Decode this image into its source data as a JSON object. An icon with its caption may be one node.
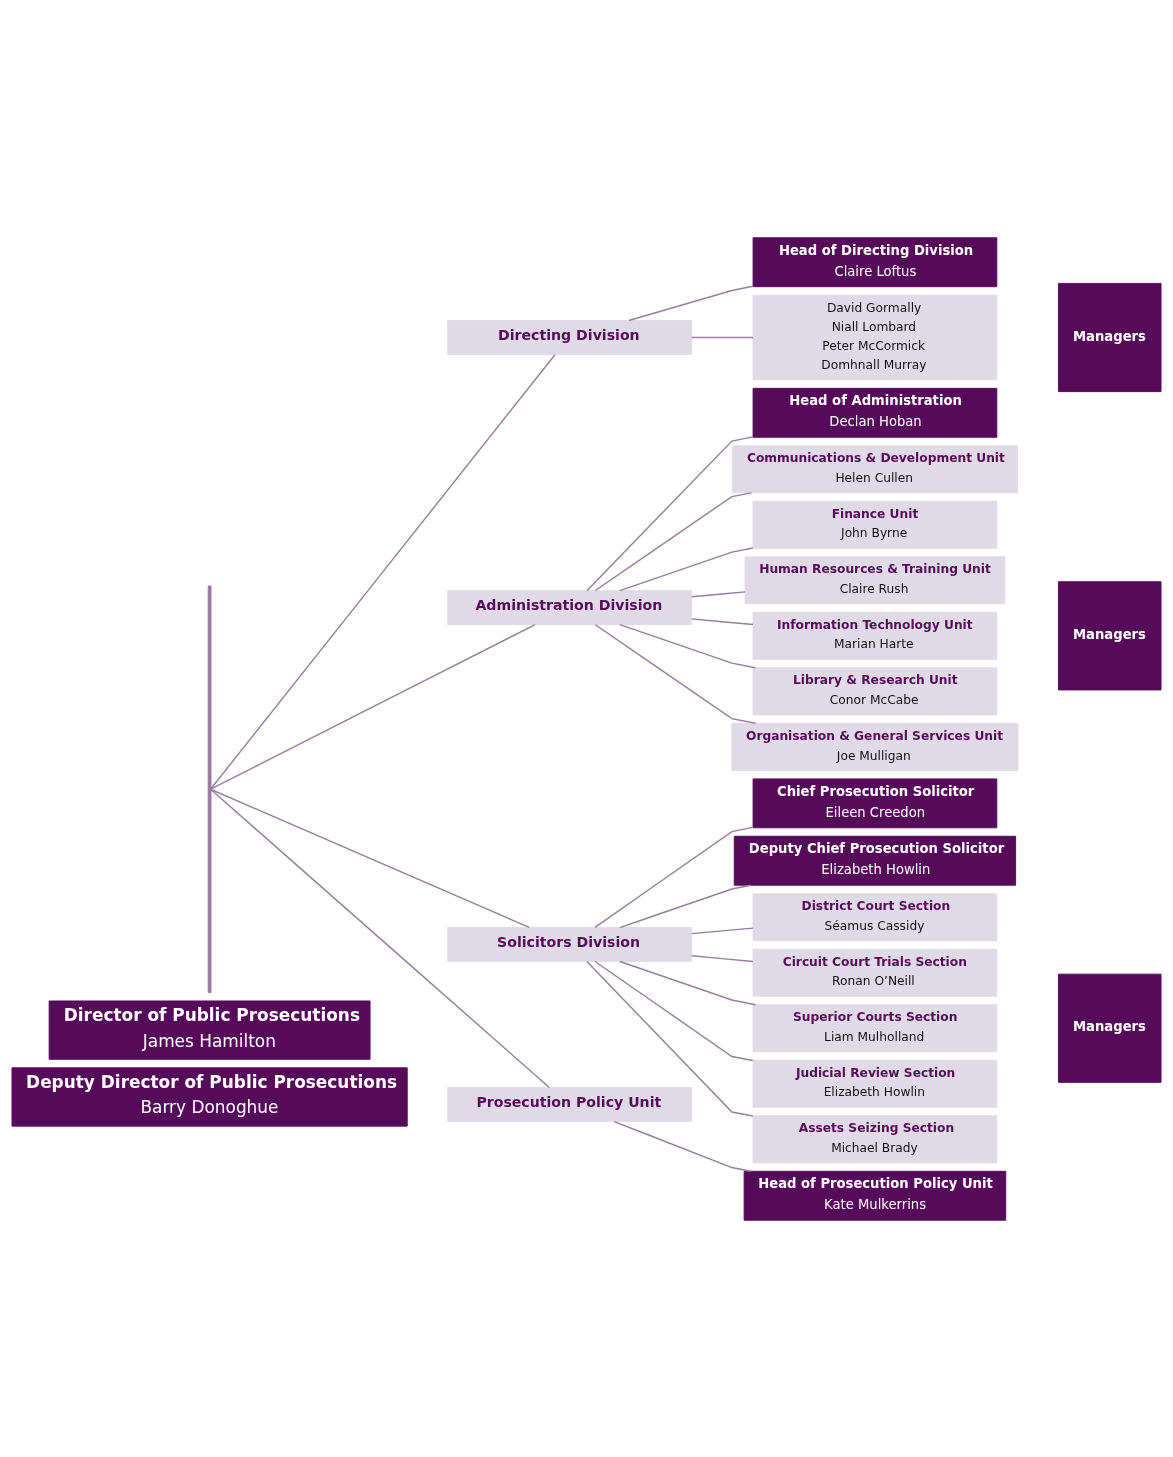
{
  "diagram": {
    "nodes": [
      {
        "text": [
          "Director of Public Prosecutions",
          "James Hamilton"
        ]
      },
      {
        "text": [
          "Deputy Director of Public Prosecutions",
          "Barry Donoghue"
        ]
      },
      {
        "text": [
          "Directing Division"
        ]
      },
      {
        "text": [
          "Administration Division"
        ]
      },
      {
        "text": [
          "Solicitors Division"
        ]
      },
      {
        "text": [
          "Prosecution Policy Unit"
        ]
      },
      {
        "text": [
          "Head of Directing Division",
          "Claire Loftus"
        ]
      },
      {
        "text": [
          "David Gormally",
          "Niall Lombard",
          "Peter McCormick",
          "Domhnall Murray"
        ]
      },
      {
        "text": [
          "Managers"
        ]
      },
      {
        "text": [
          "Head of Administration",
          "Declan Hoban"
        ]
      },
      {
        "text": [
          "Communications & Development Unit",
          "Helen Cullen"
        ]
      },
      {
        "text": [
          "Finance Unit",
          "John Byrne"
        ]
      },
      {
        "text": [
          "Human Resources & Training Unit",
          "Claire Rush"
        ]
      },
      {
        "text": [
          "Information Technology Unit",
          "Marian Harte"
        ]
      },
      {
        "text": [
          "Library & Research Unit",
          "Conor McCabe"
        ]
      },
      {
        "text": [
          "Organisation & General Services Unit",
          "Joe Mulligan"
        ]
      },
      {
        "text": [
          "Managers"
        ]
      },
      {
        "text": [
          "Chief Prosecution Solicitor",
          "Eileen Creedon"
        ]
      },
      {
        "text": [
          "Deputy Chief Prosecution Solicitor",
          "Elizabeth Howlin"
        ]
      },
      {
        "text": [
          "District Court Section",
          "Séamus Cassidy"
        ]
      },
      {
        "text": [
          "Circuit Court Trials Section",
          "Ronan O’Neill"
        ]
      },
      {
        "text": [
          "Superior Courts Section",
          "Liam Mulholland"
        ]
      },
      {
        "text": [
          "Judicial Review Section",
          "Elizabeth Howlin"
        ]
      },
      {
        "text": [
          "Assets Seizing Section",
          "Michael Brady"
        ]
      },
      {
        "text": [
          "Managers"
        ]
      },
      {
        "text": [
          "Head of Prosecution Policy Unit",
          "Kate Mulkerrins"
        ]
      },
      {
        "text": [],
        "shape": "bar"
      }
    ],
    "edges": [
      {
        "from": 26,
        "to": 2,
        "arrow": "none"
      },
      {
        "from": 26,
        "to": 3,
        "arrow": "none"
      },
      {
        "from": 26,
        "to": 4,
        "arrow": "none"
      },
      {
        "from": 26,
        "to": 5,
        "arrow": "none"
      },
      {
        "from": 2,
        "to": 6,
        "arrow": "none"
      },
      {
        "from": 2,
        "to": 7,
        "arrow": "none"
      },
      {
        "from": 3,
        "to": 9,
        "arrow": "none"
      },
      {
        "from": 3,
        "to": 10,
        "arrow": "none"
      },
      {
        "from": 3,
        "to": 11,
        "arrow": "none"
      },
      {
        "from": 3,
        "to": 12,
        "arrow": "none"
      },
      {
        "from": 3,
        "to": 13,
        "arrow": "none"
      },
      {
        "from": 3,
        "to": 14,
        "arrow": "none"
      },
      {
        "from": 3,
        "to": 15,
        "arrow": "none"
      },
      {
        "from": 4,
        "to": 17,
        "arrow": "none"
      },
      {
        "from": 4,
        "to": 18,
        "arrow": "none"
      },
      {
        "from": 4,
        "to": 19,
        "arrow": "none"
      },
      {
        "from": 4,
        "to": 20,
        "arrow": "none"
      },
      {
        "from": 4,
        "to": 21,
        "arrow": "none"
      },
      {
        "from": 4,
        "to": 22,
        "arrow": "none"
      },
      {
        "from": 4,
        "to": 23,
        "arrow": "none"
      },
      {
        "from": 5,
        "to": 25,
        "arrow": "none"
      }
    ]
  }
}
